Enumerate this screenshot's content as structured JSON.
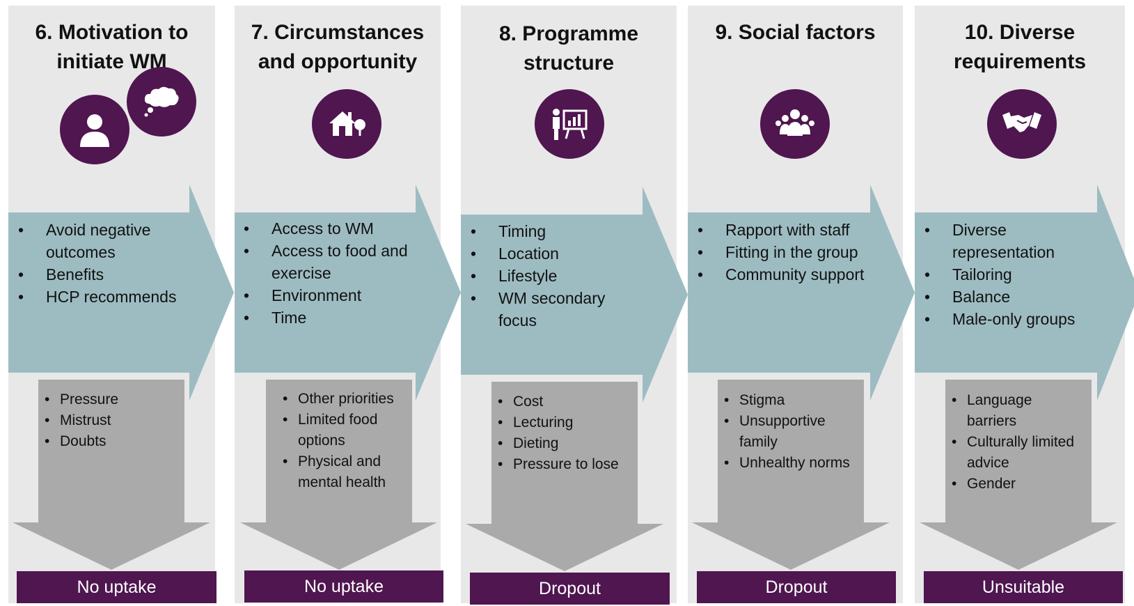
{
  "colors": {
    "panel": "#e8e8e8",
    "teal_arrow": "#9dbcc2",
    "grey_arrow": "#aaaaaa",
    "purple": "#4f1650"
  },
  "columns": [
    {
      "title": "6. Motivation to\ninitiate WM",
      "icons": [
        "person-icon",
        "thought-bubble-icon"
      ],
      "facilitators": [
        "Avoid negative outcomes",
        "Benefits",
        "HCP recommends"
      ],
      "barriers": [
        "Pressure",
        "Mistrust",
        "Doubts"
      ],
      "outcome": "No uptake"
    },
    {
      "title": "7. Circumstances\nand opportunity",
      "icons": [
        "house-tree-icon"
      ],
      "facilitators": [
        "Access to WM",
        "Access to food and exercise",
        "Environment",
        "Time"
      ],
      "barriers": [
        "Other priorities",
        "Limited food options",
        "Physical and mental health"
      ],
      "outcome": "No uptake"
    },
    {
      "title": "8. Programme\nstructure",
      "icons": [
        "presenter-chart-icon"
      ],
      "facilitators": [
        "Timing",
        "Location",
        "Lifestyle",
        "WM secondary focus"
      ],
      "barriers": [
        "Cost",
        "Lecturing",
        "Dieting",
        "Pressure to lose"
      ],
      "outcome": "Dropout"
    },
    {
      "title": "9. Social factors",
      "icons": [
        "group-icon"
      ],
      "facilitators": [
        "Rapport with staff",
        "Fitting in the group",
        "Community support"
      ],
      "barriers": [
        "Stigma",
        "Unsupportive family",
        "Unhealthy norms"
      ],
      "outcome": "Dropout"
    },
    {
      "title": "10. Diverse\nrequirements",
      "icons": [
        "handshake-icon"
      ],
      "facilitators": [
        "Diverse representation",
        "Tailoring",
        "Balance",
        "Male-only groups"
      ],
      "barriers": [
        "Language barriers",
        "Culturally limited advice",
        "Gender"
      ],
      "outcome": "Unsuitable"
    }
  ]
}
